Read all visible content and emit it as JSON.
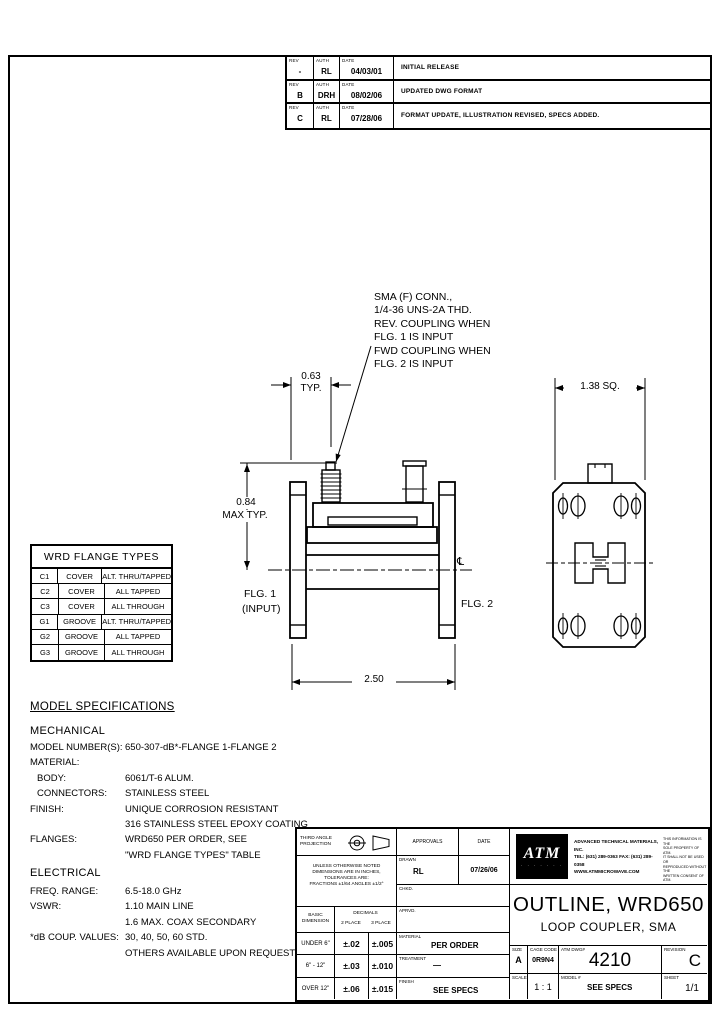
{
  "revisions": {
    "h_rev": "REV",
    "h_auth": "AUTH",
    "h_date": "DATE",
    "rows": [
      {
        "rev": "-",
        "auth": "RL",
        "date": "04/03/01",
        "desc": "INITIAL RELEASE"
      },
      {
        "rev": "B",
        "auth": "DRH",
        "date": "08/02/06",
        "desc": "UPDATED DWG FORMAT"
      },
      {
        "rev": "C",
        "auth": "RL",
        "date": "07/28/06",
        "desc": "FORMAT UPDATE, ILLUSTRATION REVISED, SPECS ADDED."
      }
    ]
  },
  "note": {
    "l0": "SMA (F) CONN.,",
    "l1": "1/4-36 UNS-2A THD.",
    "l2": "REV. COUPLING WHEN",
    "l3": "FLG. 1 IS INPUT",
    "l4": "FWD COUPLING WHEN",
    "l5": "FLG. 2 IS INPUT"
  },
  "drawing": {
    "dim_top": "0.63",
    "dim_top2": "TYP.",
    "dim_left": "0.84",
    "dim_left2": "MAX TYP.",
    "dim_bottom": "2.50",
    "dim_sq": "1.38 SQ.",
    "flg1a": "FLG. 1",
    "flg1b": "(INPUT)",
    "flg2": "FLG. 2",
    "centerline": "℄"
  },
  "flange_table": {
    "title": "WRD FLANGE TYPES",
    "rows": [
      {
        "c0": "C1",
        "c1": "COVER",
        "c2": "ALT. THRU/TAPPED"
      },
      {
        "c0": "C2",
        "c1": "COVER",
        "c2": "ALL TAPPED"
      },
      {
        "c0": "C3",
        "c1": "COVER",
        "c2": "ALL THROUGH"
      },
      {
        "c0": "G1",
        "c1": "GROOVE",
        "c2": "ALT. THRU/TAPPED"
      },
      {
        "c0": "G2",
        "c1": "GROOVE",
        "c2": "ALL TAPPED"
      },
      {
        "c0": "G3",
        "c1": "GROOVE",
        "c2": "ALL THROUGH"
      }
    ]
  },
  "specs": {
    "title": "MODEL SPECIFICATIONS",
    "mech_heading": "MECHANICAL",
    "mech": [
      {
        "label": "MODEL NUMBER(S):",
        "value": "650-307-dB*-FLANGE 1-FLANGE 2"
      },
      {
        "label": "MATERIAL:",
        "value": ""
      },
      {
        "label": "BODY:",
        "value": "6061/T-6 ALUM."
      },
      {
        "label": "CONNECTORS:",
        "value": "STAINLESS STEEL"
      },
      {
        "label": "FINISH:",
        "value": "UNIQUE CORROSION RESISTANT"
      },
      {
        "label": "",
        "value": "316 STAINLESS STEEL EPOXY COATING"
      },
      {
        "label": "FLANGES:",
        "value": "WRD650 PER ORDER, SEE"
      },
      {
        "label": "",
        "value": "\"WRD FLANGE TYPES\" TABLE"
      }
    ],
    "elec_heading": "ELECTRICAL",
    "elec": [
      {
        "label": "FREQ. RANGE:",
        "value": "6.5-18.0 GHz"
      },
      {
        "label": "VSWR:",
        "value": "1.10 MAIN LINE"
      },
      {
        "label": "",
        "value": "1.6 MAX. COAX SECONDARY"
      },
      {
        "label": "*dB COUP. VALUES:",
        "value": "30, 40, 50, 60 STD."
      },
      {
        "label": "",
        "value": "OTHERS AVAILABLE UPON REQUEST"
      }
    ]
  },
  "title_block": {
    "projection_l1": "THIRD ANGLE",
    "projection_l2": "PROJECTION",
    "approvals": "APPROVALS",
    "date": "DATE",
    "tol_note0": "UNLESS OTHERWISE NOTED",
    "tol_note1": "DIMENSIONS ARE IN INCHES,",
    "tol_note2": "TOLERANCES ARE:",
    "tol_note3": "FRACTIONS ±1/64  ANGLES ±1/2°",
    "basic0": "BASIC",
    "basic1": "DIMENSION",
    "decimals": "DECIMALS",
    "p2": "2 PLACE",
    "p3": "3 PLACE",
    "tol_rows": [
      {
        "range": "UNDER 6\"",
        "v2": "±.02",
        "v3": "±.005"
      },
      {
        "range": "6\" - 12\"",
        "v2": "±.03",
        "v3": "±.010"
      },
      {
        "range": "OVER 12\"",
        "v2": "±.06",
        "v3": "±.015"
      }
    ],
    "drawn_label": "DRAWN",
    "drawn": "RL",
    "drawn_date": "07/26/06",
    "chkd_label": "CHKD.",
    "aprvd_label": "APRVD.",
    "material_label": "MATERIAL",
    "material": "PER ORDER",
    "treatment_label": "TREATMENT",
    "treatment": "—",
    "finish_label": "FINISH",
    "finish": "SEE SPECS",
    "company": {
      "logo": "ATM",
      "logo_dots": "· · · · · · ·",
      "name": "ADVANCED TECHNICAL MATERIALS, INC.",
      "tel": "TEL: (631) 289-0363  FAX: (631) 289-0358",
      "web": "WWW.ATMMICROWAVE.COM",
      "p0": "THIS INFORMATION IS THE",
      "p1": "SOLE PROPERTY OF ATM.",
      "p2": "IT SHALL NOT BE USED OR",
      "p3": "REPRODUCED WITHOUT THE",
      "p4": "WRITTEN CONSENT OF ATM."
    },
    "title1": "OUTLINE, WRD650",
    "title2": "LOOP COUPLER, SMA",
    "size_label": "SIZE",
    "size": "A",
    "cage_label": "CAGE CODE",
    "cage": "0R9N4",
    "dwg_label": "ATM DWG#",
    "dwg": "4210",
    "rev_label": "REVISION",
    "rev": "C",
    "scale_label": "SCALE",
    "scale": "1 : 1",
    "model_label": "MODEL #",
    "model": "SEE SPECS",
    "sheet_label": "SHEET",
    "sheet": "1/1"
  }
}
